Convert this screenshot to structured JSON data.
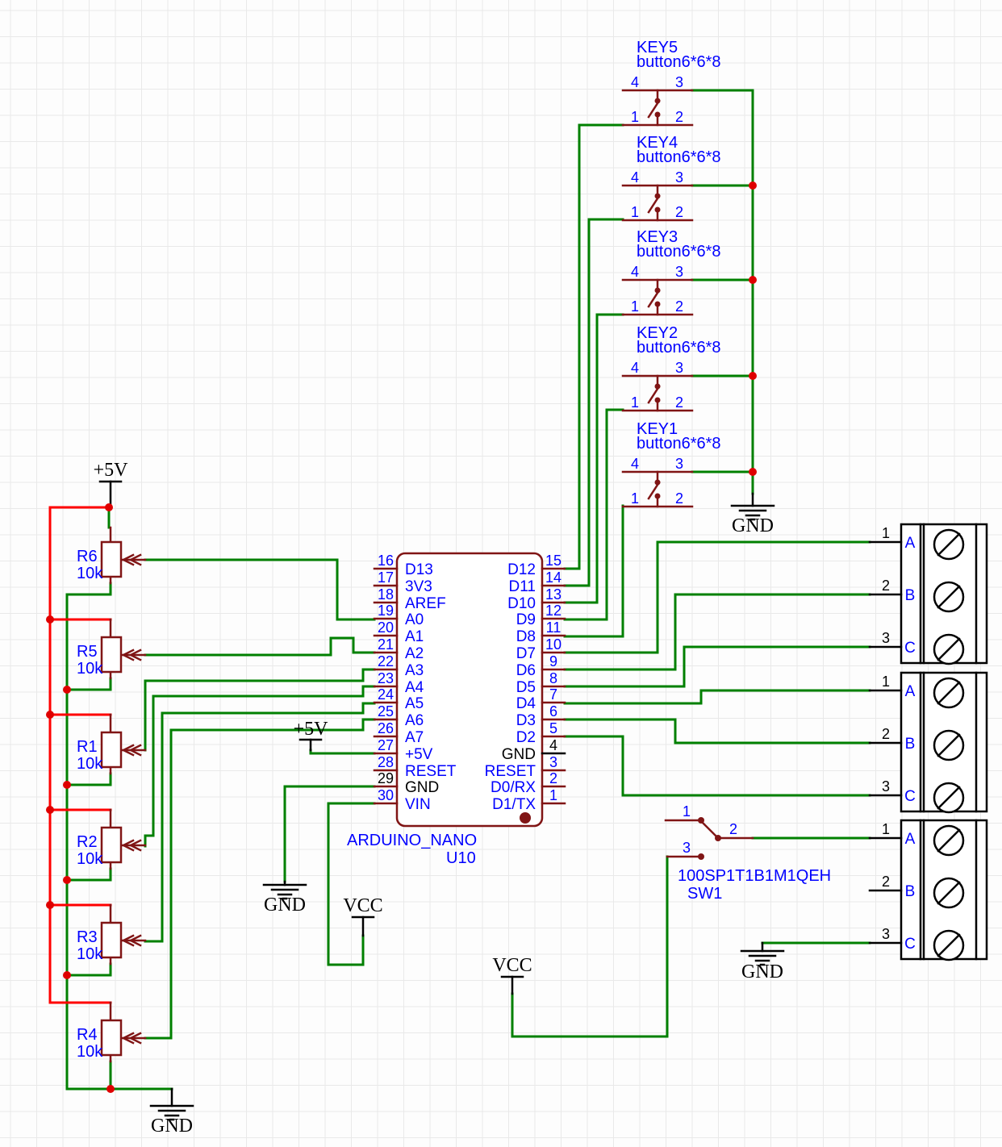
{
  "colors": {
    "wire_green": "#008000",
    "power_red": "#ff0000",
    "component_outline": "#801515",
    "label_blue": "#0000ff",
    "text_black": "#000000",
    "junction_dot": "#df0000"
  },
  "net_labels": {
    "plus5v": "+5V",
    "gnd": "GND",
    "vcc": "VCC"
  },
  "arduino": {
    "ref": "U10",
    "name": "ARDUINO_NANO",
    "left_pins": [
      {
        "num": "16",
        "name": "D13"
      },
      {
        "num": "17",
        "name": "3V3"
      },
      {
        "num": "18",
        "name": "AREF"
      },
      {
        "num": "19",
        "name": "A0"
      },
      {
        "num": "20",
        "name": "A1"
      },
      {
        "num": "21",
        "name": "A2"
      },
      {
        "num": "22",
        "name": "A3"
      },
      {
        "num": "23",
        "name": "A4"
      },
      {
        "num": "24",
        "name": "A5"
      },
      {
        "num": "25",
        "name": "A6"
      },
      {
        "num": "26",
        "name": "A7"
      },
      {
        "num": "27",
        "name": "+5V"
      },
      {
        "num": "28",
        "name": "RESET"
      },
      {
        "num": "29",
        "name": "GND"
      },
      {
        "num": "30",
        "name": "VIN"
      }
    ],
    "right_pins": [
      {
        "num": "15",
        "name": "D12"
      },
      {
        "num": "14",
        "name": "D11"
      },
      {
        "num": "13",
        "name": "D10"
      },
      {
        "num": "12",
        "name": "D9"
      },
      {
        "num": "11",
        "name": "D8"
      },
      {
        "num": "10",
        "name": "D7"
      },
      {
        "num": "9",
        "name": "D6"
      },
      {
        "num": "8",
        "name": "D5"
      },
      {
        "num": "7",
        "name": "D4"
      },
      {
        "num": "6",
        "name": "D3"
      },
      {
        "num": "5",
        "name": "D2"
      },
      {
        "num": "4",
        "name": "GND"
      },
      {
        "num": "3",
        "name": "RESET"
      },
      {
        "num": "2",
        "name": "D0/RX"
      },
      {
        "num": "1",
        "name": "D1/TX"
      }
    ]
  },
  "buttons": [
    {
      "ref": "KEY5",
      "value": "button6*6*8",
      "pin_numbers": [
        "4",
        "3",
        "1",
        "2"
      ]
    },
    {
      "ref": "KEY4",
      "value": "button6*6*8",
      "pin_numbers": [
        "4",
        "3",
        "1",
        "2"
      ]
    },
    {
      "ref": "KEY3",
      "value": "button6*6*8",
      "pin_numbers": [
        "4",
        "3",
        "1",
        "2"
      ]
    },
    {
      "ref": "KEY2",
      "value": "button6*6*8",
      "pin_numbers": [
        "4",
        "3",
        "1",
        "2"
      ]
    },
    {
      "ref": "KEY1",
      "value": "button6*6*8",
      "pin_numbers": [
        "4",
        "3",
        "1",
        "2"
      ]
    }
  ],
  "pots": [
    {
      "ref": "R6",
      "value": "10k"
    },
    {
      "ref": "R5",
      "value": "10k"
    },
    {
      "ref": "R1",
      "value": "10k"
    },
    {
      "ref": "R2",
      "value": "10k"
    },
    {
      "ref": "R3",
      "value": "10k"
    },
    {
      "ref": "R4",
      "value": "10k"
    }
  ],
  "switch": {
    "ref": "SW1",
    "value": "100SP1T1B1M1QEH",
    "pins": [
      "1",
      "2",
      "3"
    ]
  },
  "terminal_blocks": [
    {
      "pins": [
        {
          "num": "1",
          "label": "A"
        },
        {
          "num": "2",
          "label": "B"
        },
        {
          "num": "3",
          "label": "C"
        }
      ]
    },
    {
      "pins": [
        {
          "num": "1",
          "label": "A"
        },
        {
          "num": "2",
          "label": "B"
        },
        {
          "num": "3",
          "label": "C"
        }
      ]
    },
    {
      "pins": [
        {
          "num": "1",
          "label": "A"
        },
        {
          "num": "2",
          "label": "B"
        },
        {
          "num": "3",
          "label": "C"
        }
      ]
    }
  ]
}
